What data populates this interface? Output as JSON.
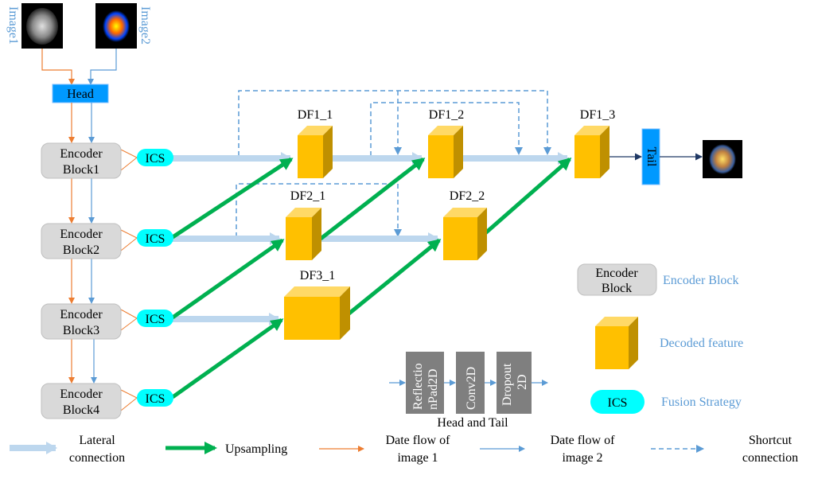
{
  "images": {
    "image1_label": "Image1",
    "image2_label": "Image2"
  },
  "head_label": "Head",
  "tail_label": "Tail",
  "encoders": [
    {
      "line1": "Encoder",
      "line2": "Block1"
    },
    {
      "line1": "Encoder",
      "line2": "Block2"
    },
    {
      "line1": "Encoder",
      "line2": "Block3"
    },
    {
      "line1": "Encoder",
      "line2": "Block4"
    }
  ],
  "ics_label": "ICS",
  "features": {
    "df1_1": "DF1_1",
    "df1_2": "DF1_2",
    "df1_3": "DF1_3",
    "df2_1": "DF2_1",
    "df2_2": "DF2_2",
    "df3_1": "DF3_1"
  },
  "legend_right": {
    "encoder_line1": "Encoder",
    "encoder_line2": "Block",
    "encoder_desc": "Encoder Block",
    "decoded_desc": "Decoded feature",
    "ics": "ICS",
    "ics_desc": "Fusion Strategy"
  },
  "head_tail": {
    "layer1_line1": "Reflectio",
    "layer1_line2": "nPad2D",
    "layer2": "Conv2D",
    "layer3_line1": "Dropout",
    "layer3_line2": "2D",
    "caption": "Head and Tail"
  },
  "legend_bottom": {
    "lateral_line1": "Lateral",
    "lateral_line2": "connection",
    "upsampling": "Upsampling",
    "flow1_line1": "Date flow of",
    "flow1_line2": "image 1",
    "flow2_line1": "Date flow of",
    "flow2_line2": "image 2",
    "shortcut_line1": "Shortcut",
    "shortcut_line2": "connection"
  },
  "colors": {
    "orange_flow": "#ed7d31",
    "blue_flow": "#5b9bd5",
    "upsampling": "#00b050",
    "lateral": "#bdd7ee",
    "cube_front": "#ffc000",
    "cube_side": "#bf9000",
    "cube_top": "#ffd966",
    "ics": "#00ffff",
    "head": "#0099ff",
    "encoder_fill": "#d9d9d9",
    "layer_fill": "#7f7f7f"
  }
}
